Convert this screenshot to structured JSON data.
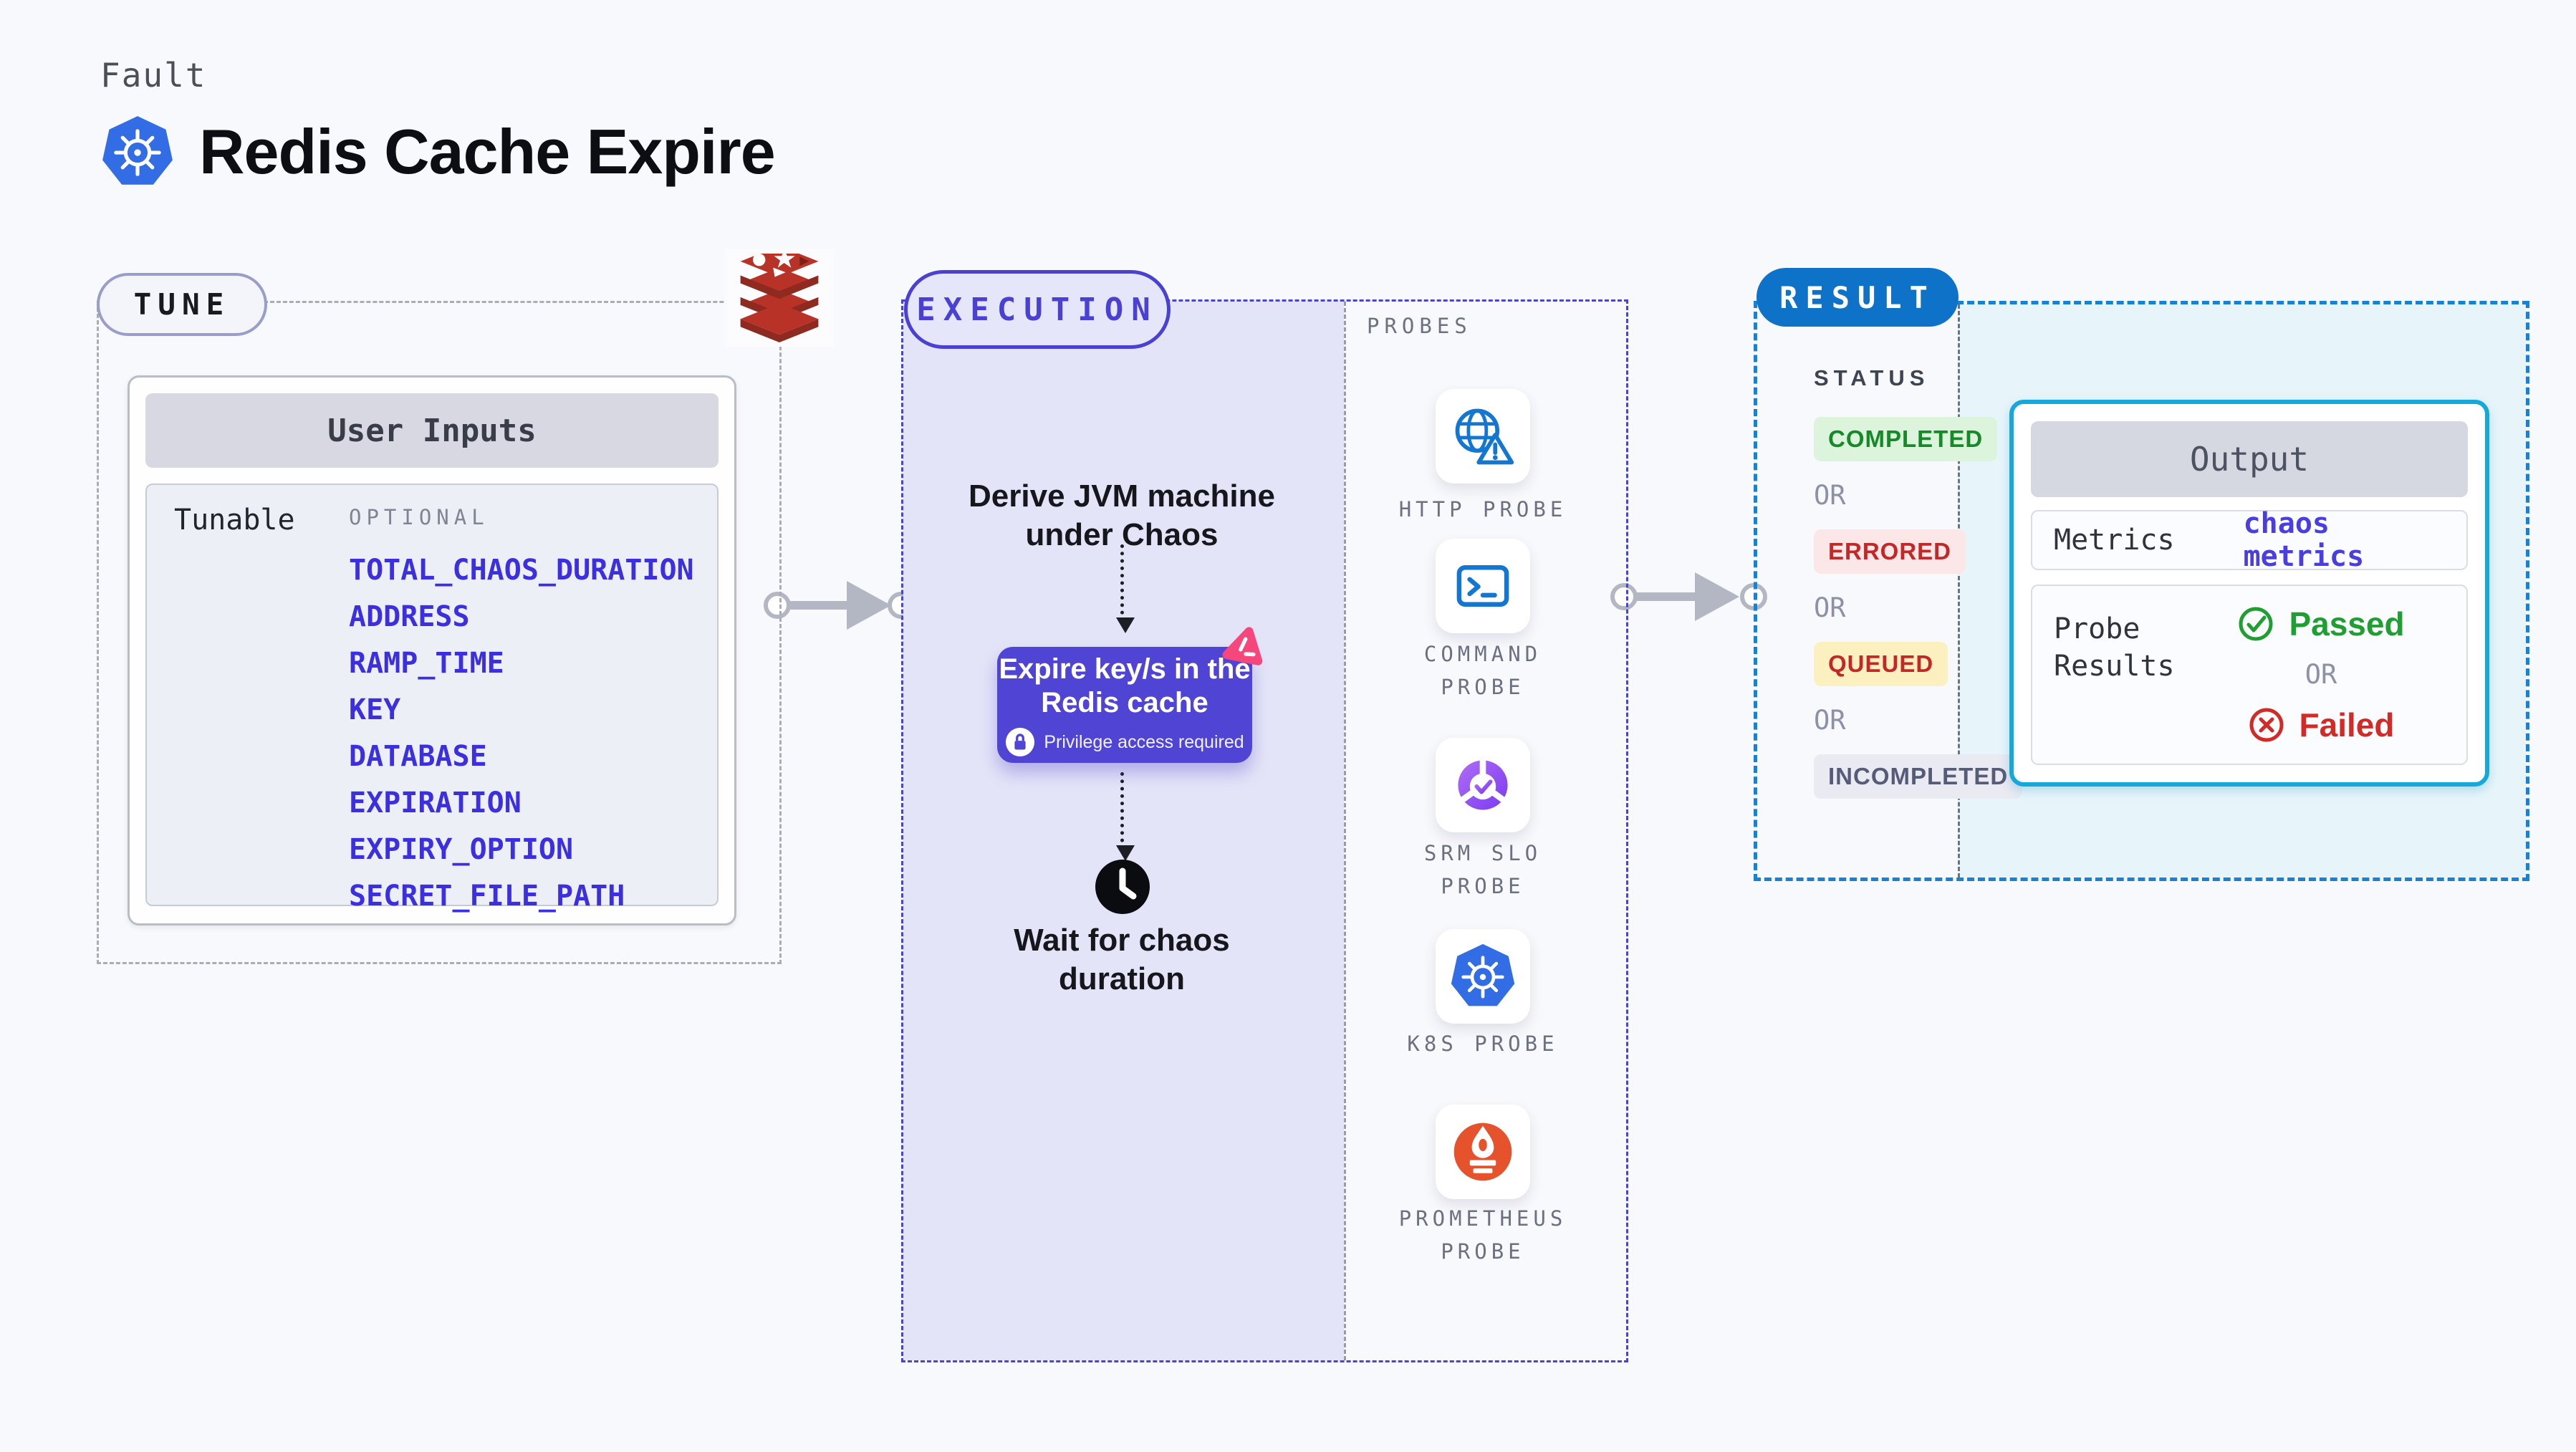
{
  "header": {
    "kicker": "Fault",
    "title": "Redis Cache Expire",
    "title_icon": "kubernetes-icon"
  },
  "tune": {
    "badge": "TUNE",
    "provider_icon": "redis-icon",
    "user_inputs": {
      "title": "User Inputs",
      "row_label": "Tunable",
      "group_label": "OPTIONAL",
      "fields": [
        "TOTAL_CHAOS_DURATION",
        "ADDRESS",
        "RAMP_TIME",
        "KEY",
        "DATABASE",
        "EXPIRATION",
        "EXPIRY_OPTION",
        "SECRET_FILE_PATH"
      ]
    }
  },
  "execution": {
    "badge": "EXECUTION",
    "steps": {
      "derive": "Derive JVM machine\nunder Chaos",
      "fault": {
        "title": "Expire key/s in the\nRedis cache",
        "note": "Privilege access required",
        "note_icon": "lock-icon",
        "corner_icon": "chaos-fault-icon"
      },
      "wait": "Wait for chaos\nduration",
      "wait_icon": "clock-icon"
    },
    "probes": {
      "label": "PROBES",
      "items": [
        {
          "label": "HTTP PROBE",
          "icon": "http-probe-icon"
        },
        {
          "label": "COMMAND\nPROBE",
          "icon": "command-probe-icon"
        },
        {
          "label": "SRM SLO\nPROBE",
          "icon": "srm-slo-probe-icon"
        },
        {
          "label": "K8S PROBE",
          "icon": "k8s-probe-icon"
        },
        {
          "label": "PROMETHEUS\nPROBE",
          "icon": "prometheus-probe-icon"
        }
      ]
    }
  },
  "result": {
    "badge": "RESULT",
    "status": {
      "label": "STATUS",
      "or": "OR",
      "badges": [
        {
          "text": "COMPLETED",
          "kind": "success"
        },
        {
          "text": "ERRORED",
          "kind": "error"
        },
        {
          "text": "QUEUED",
          "kind": "queued"
        },
        {
          "text": "INCOMPLETED",
          "kind": "neutral"
        }
      ]
    },
    "output": {
      "title": "Output",
      "metrics_label": "Metrics",
      "metrics_value": "chaos metrics",
      "probe_results_label": "Probe\nResults",
      "passed": "Passed",
      "or": "OR",
      "failed": "Failed"
    }
  },
  "colors": {
    "accent_indigo": "#5044d4",
    "accent_blue": "#0e72c9",
    "accent_cyan": "#16a8da",
    "success_green": "#1f9e31",
    "error_red": "#d32a25",
    "link_blue": "#3b2fe0",
    "redis_red": "#b83227",
    "prometheus_orange": "#e6522c",
    "kubernetes_blue": "#326de6",
    "pink": "#f5477c",
    "lavender_bg": "#e4e4f8",
    "cyan_bg": "#e7f5fb"
  }
}
